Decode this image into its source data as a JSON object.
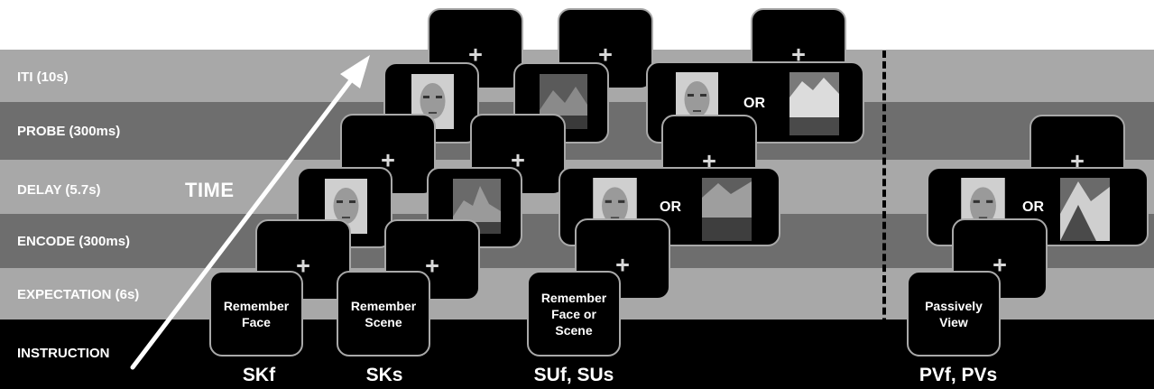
{
  "rows": {
    "iti": "ITI (10s)",
    "probe": "PROBE (300ms)",
    "delay": "DELAY (5.7s)",
    "encode": "ENCODE (300ms)",
    "expectation": "EXPECTATION (6s)",
    "instruction": "INSTRUCTION"
  },
  "time_label": "TIME",
  "fixation_symbol": "+",
  "or_word": "OR",
  "instructions": {
    "skf": "Remember\nFace",
    "sks": "Remember\nScene",
    "su": "Remember\nFace or\nScene",
    "pv": "Passively\nView"
  },
  "conditions": {
    "skf": "SKf",
    "sks": "SKs",
    "su": "SUf, SUs",
    "pv": "PVf, PVs"
  },
  "images": {
    "face": "face-photo",
    "scene": "scene-photo",
    "fixation": "fixation-cross",
    "arrow": "time-arrow"
  },
  "colors": {
    "band_light": "#a8a8a8",
    "band_dark": "#6e6e6e",
    "band_black": "#000000",
    "screen_border": "#a9a9a9",
    "arrow": "#ffffff"
  }
}
